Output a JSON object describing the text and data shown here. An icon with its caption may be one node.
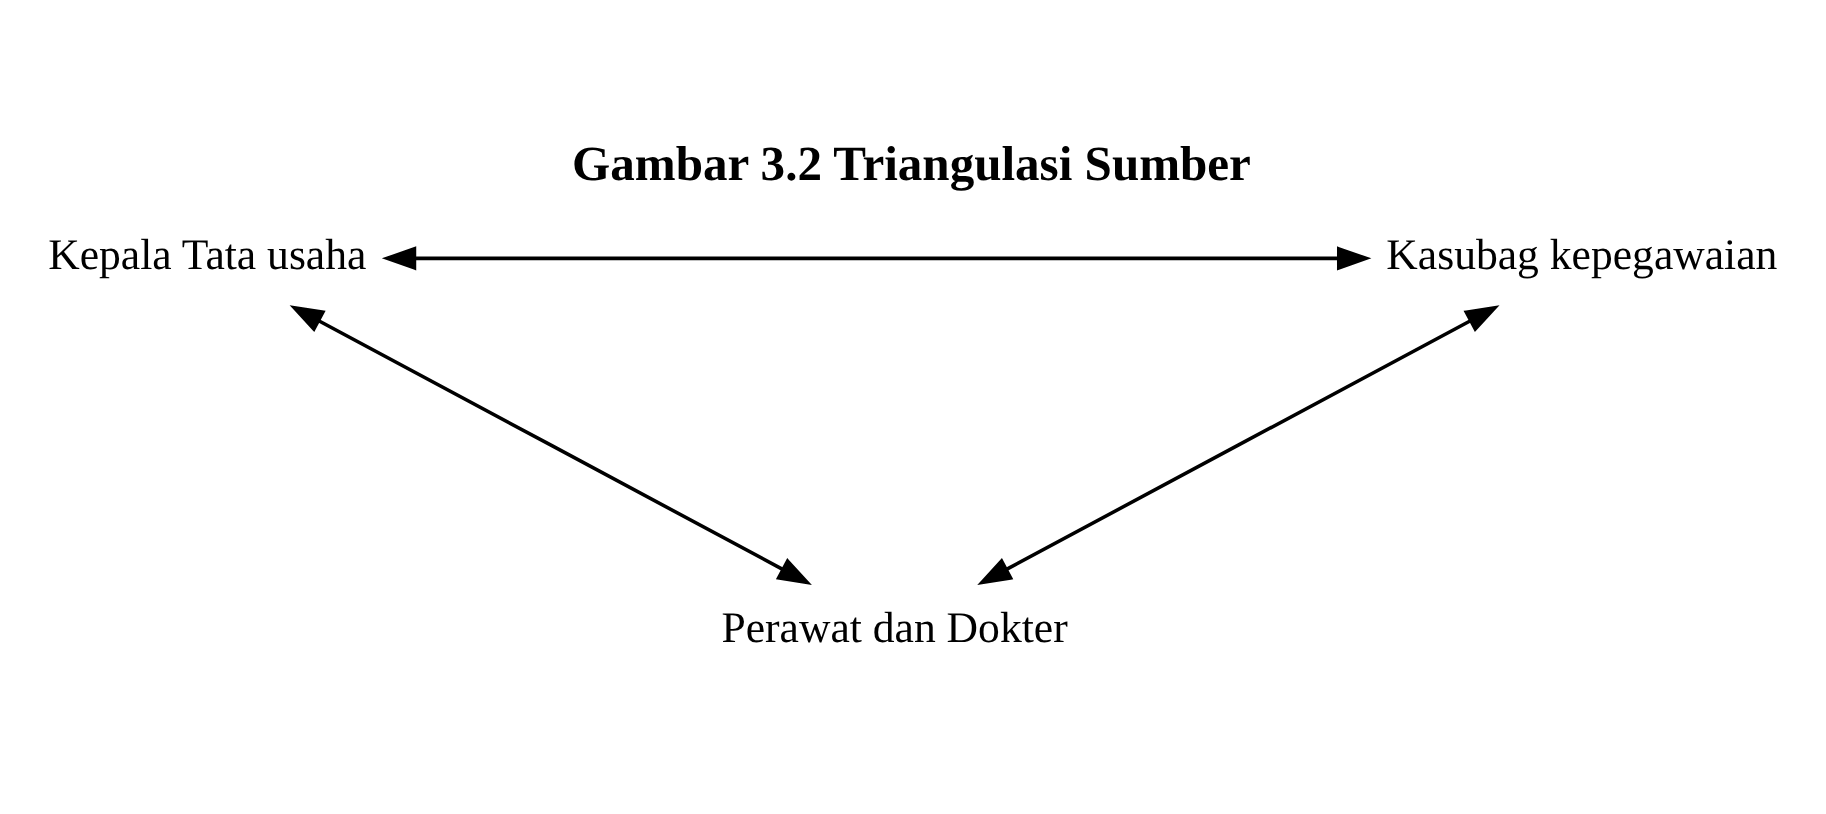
{
  "diagram": {
    "title": "Gambar 3.2 Triangulasi Sumber",
    "nodes": [
      {
        "text": [
          "Kepala Tata usaha"
        ]
      },
      {
        "text": [
          "Kasubag kepegawaian"
        ]
      },
      {
        "text": [
          "Perawat dan Dokter"
        ]
      }
    ],
    "edges": [
      {
        "from": 0,
        "to": 1,
        "arrow": "both"
      },
      {
        "from": 0,
        "to": 2,
        "arrow": "both"
      },
      {
        "from": 1,
        "to": 2,
        "arrow": "both"
      }
    ]
  }
}
